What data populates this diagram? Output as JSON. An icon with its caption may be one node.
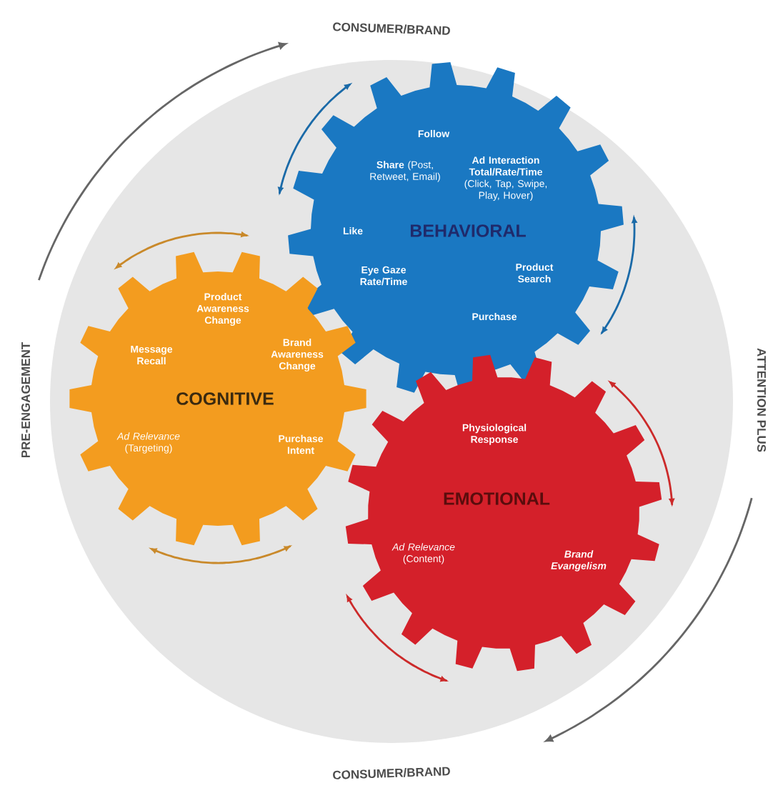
{
  "diagram": {
    "nodes": [
      {
        "text": [],
        "shape": "circle"
      },
      {
        "text": [
          "Follow",
          "**Share** (Post, Retweet, Email)",
          "**Ad Interaction Total/Rate/Time** (Click, Tap, Swipe, Play, Hover)",
          "Like",
          "BEHAVIORAL",
          "Eye Gaze Rate/Time",
          "Product Search",
          "Purchase"
        ],
        "in": 0
      },
      {
        "text": [
          "Product Awareness Change",
          "Message Recall",
          "Brand Awareness Change",
          "COGNITIVE",
          "*Ad Relevance* (Targeting)",
          "Purchase Intent"
        ],
        "in": 0
      },
      {
        "text": [
          "Physiological Response",
          "EMOTIONAL",
          "*Ad Relevance* (Content)",
          "Brand Evangelism"
        ],
        "in": 0
      }
    ],
    "labels": [
      "CONSUMER/BRAND",
      "PRE-ENGAGEMENT",
      "ATTENTION PLUS",
      "CONSUMER/BRAND"
    ]
  }
}
